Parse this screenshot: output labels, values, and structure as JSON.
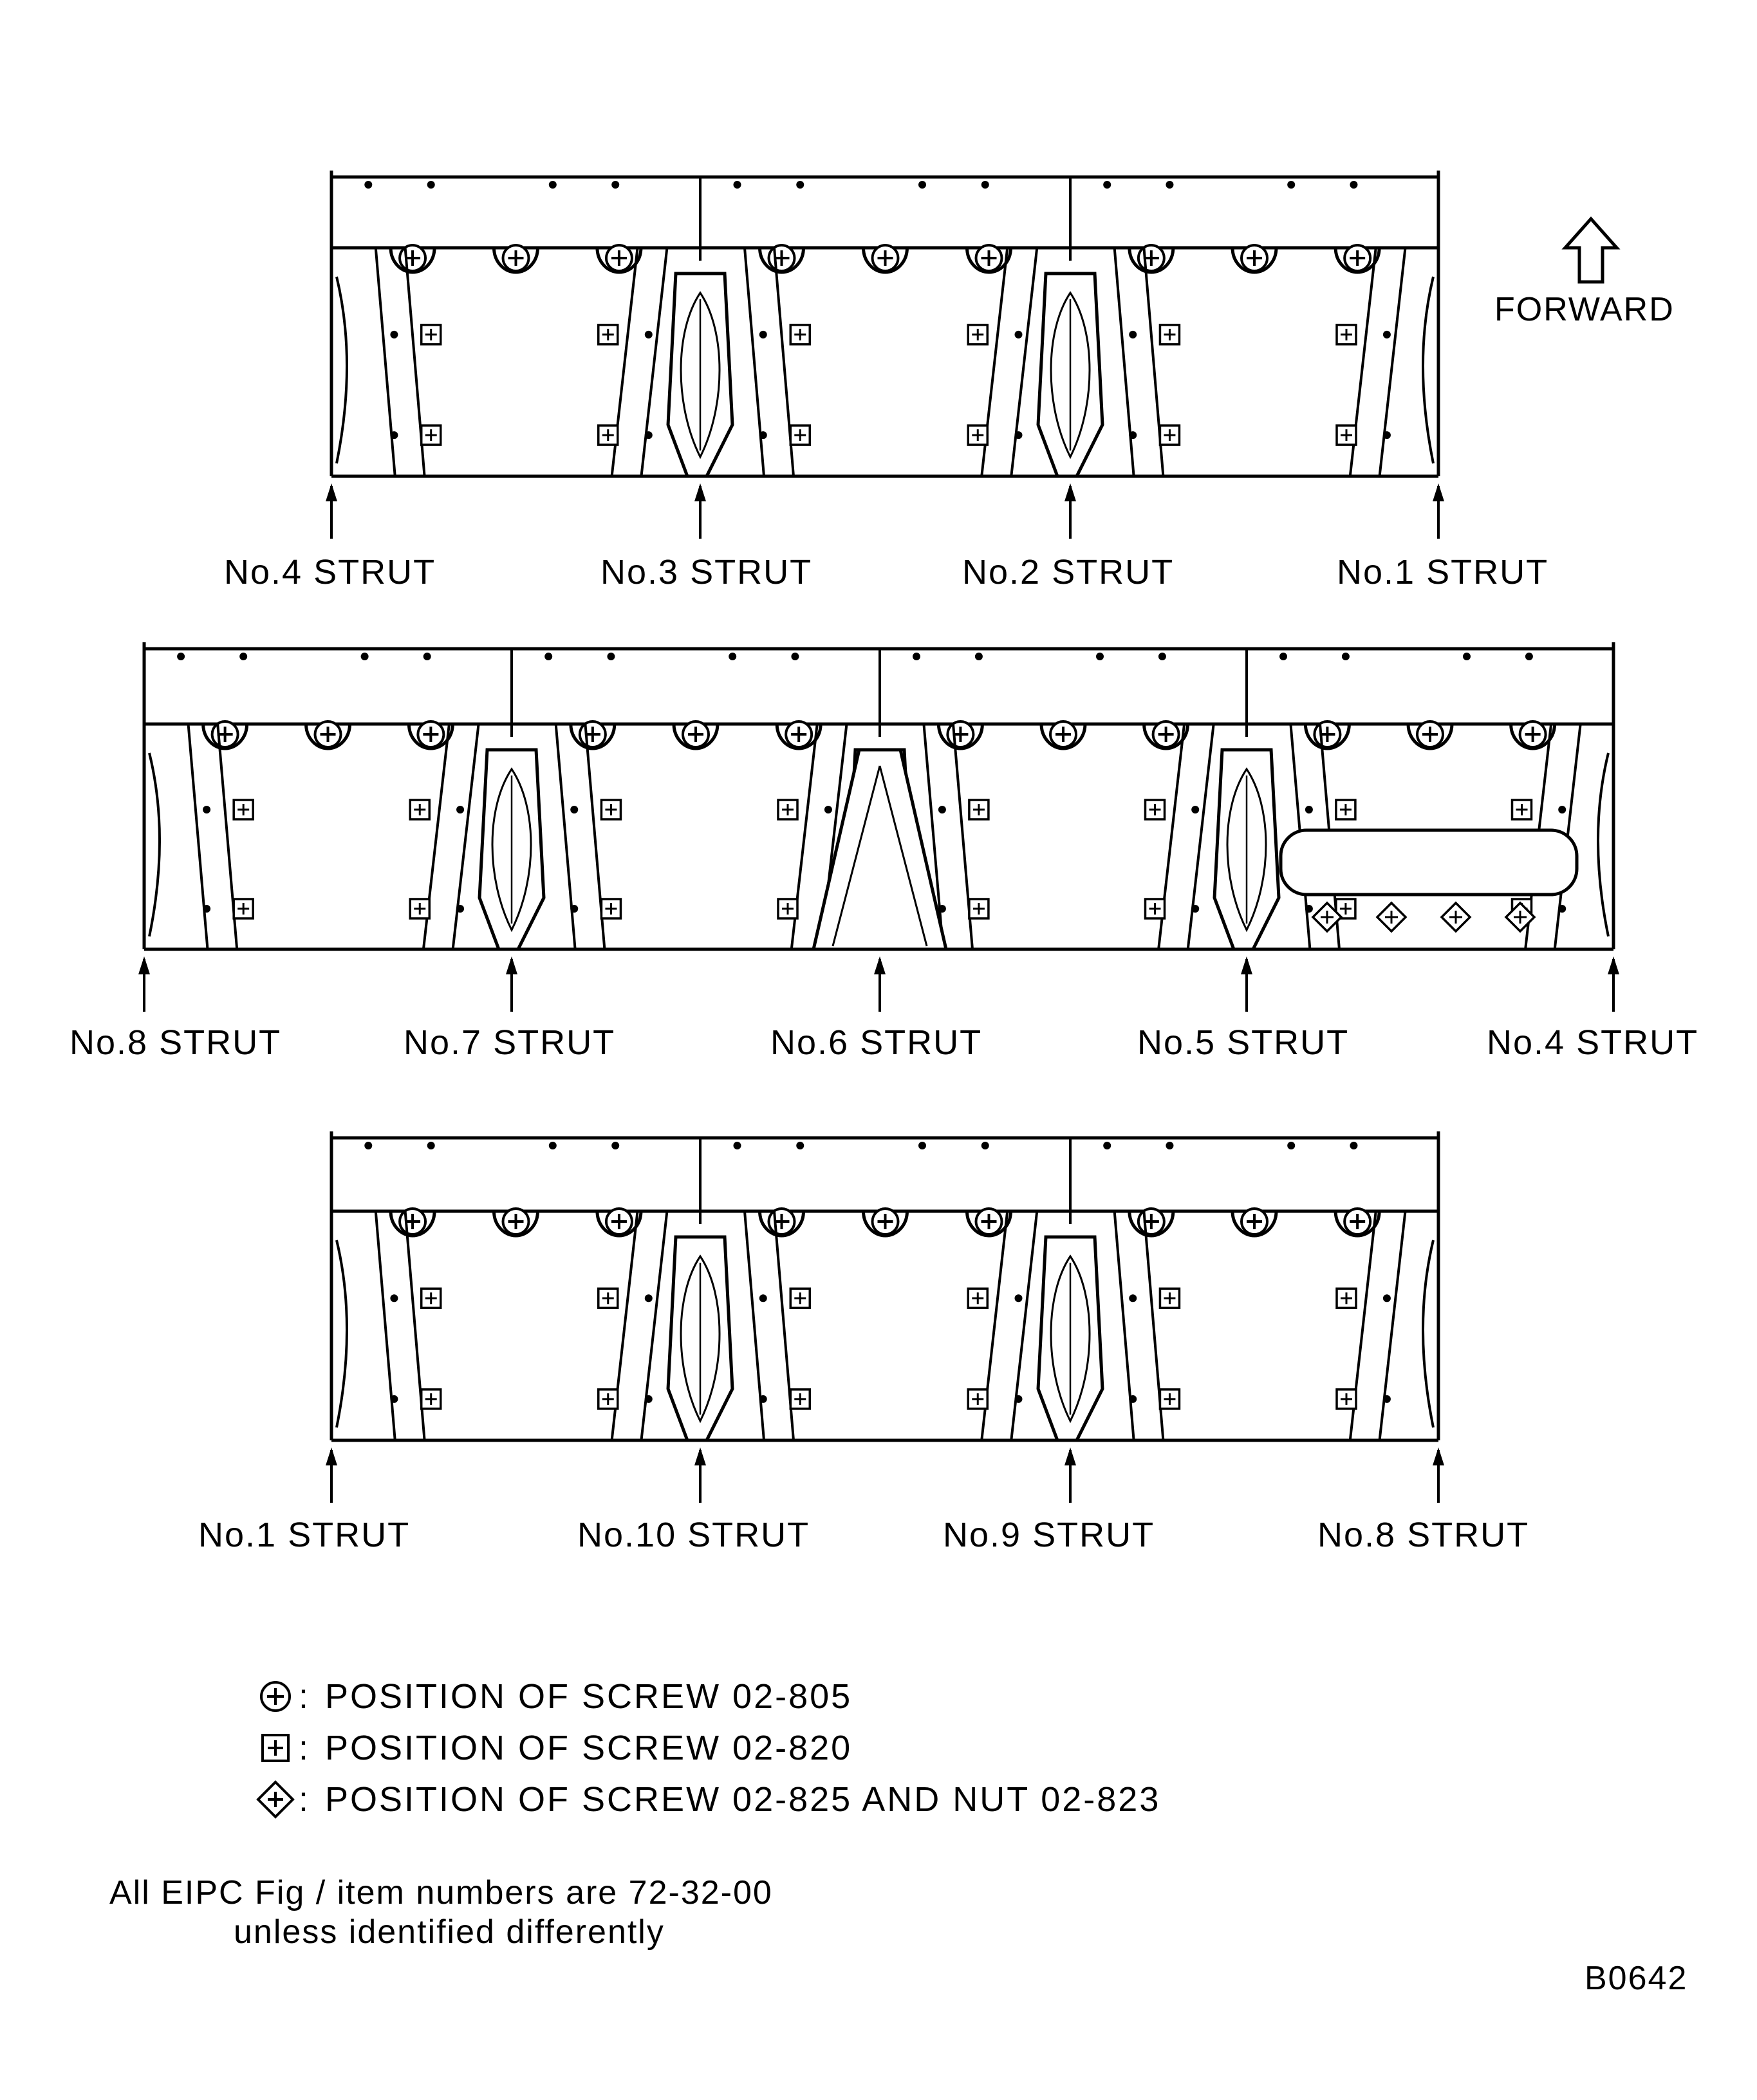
{
  "forward_label": "FORWARD",
  "rows": [
    {
      "struts": [
        "No.4 STRUT",
        "No.3 STRUT",
        "No.2 STRUT",
        "No.1 STRUT"
      ]
    },
    {
      "struts": [
        "No.8 STRUT",
        "No.7 STRUT",
        "No.6 STRUT",
        "No.5 STRUT",
        "No.4 STRUT"
      ]
    },
    {
      "struts": [
        "No.1 STRUT",
        "No.10 STRUT",
        "No.9 STRUT",
        "No.8 STRUT"
      ]
    }
  ],
  "legend": [
    {
      "symbol": "circle-plus-icon",
      "colon": ":",
      "text": "POSITION OF SCREW 02-805"
    },
    {
      "symbol": "square-plus-icon",
      "colon": ":",
      "text": "POSITION OF SCREW 02-820"
    },
    {
      "symbol": "diamond-plus-icon",
      "colon": ":",
      "text": "POSITION OF SCREW 02-825 AND NUT 02-823"
    }
  ],
  "note": [
    "All EIPC Fig / item numbers are 72-32-00",
    "unless identified differently"
  ],
  "figure_code": "B0642"
}
